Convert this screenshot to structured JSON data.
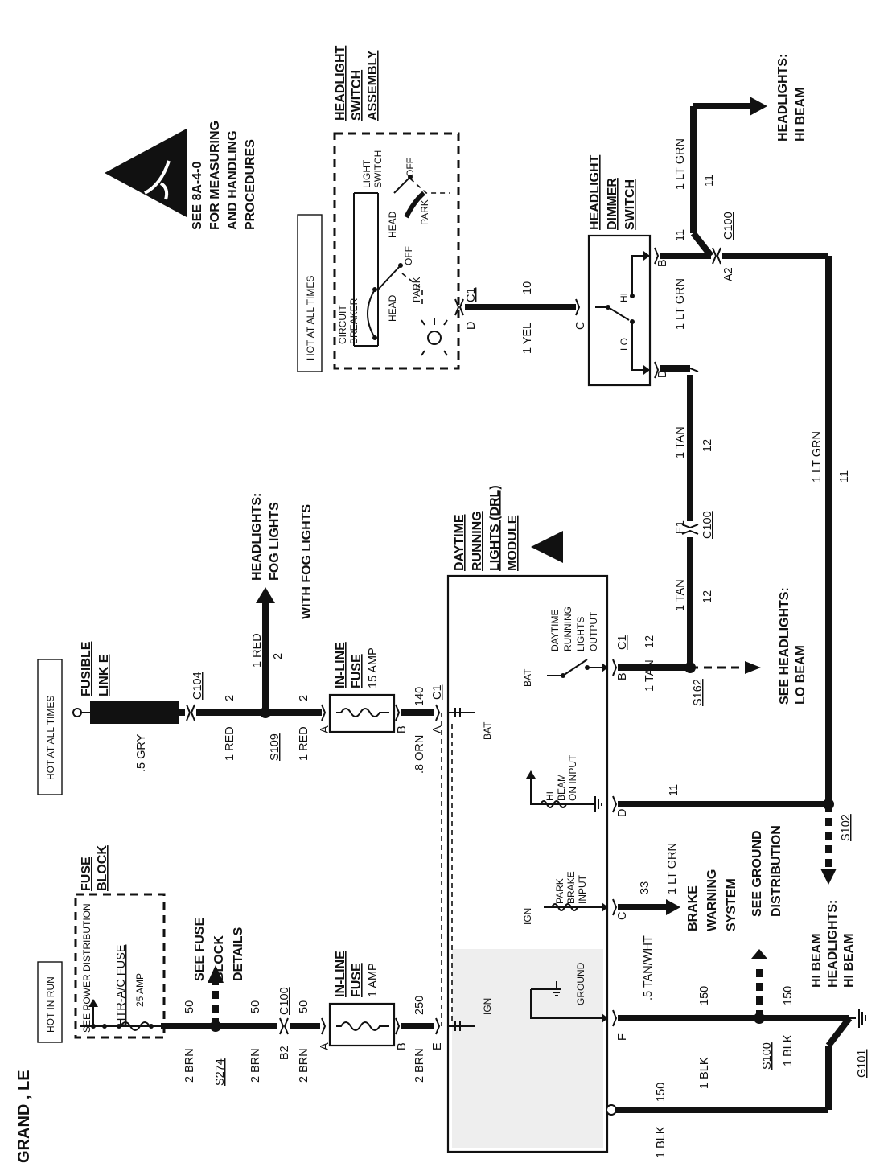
{
  "title": "GRAND , LE",
  "hot_labels": {
    "hot_in_run": "HOT IN RUN",
    "hot_at_all_times_1": "HOT AT ALL TIMES",
    "hot_at_all_times_2": "HOT AT ALL TIMES"
  },
  "fuse_block": {
    "name": "FUSE BLOCK",
    "see_power_distribution": "SEE POWER DISTRIBUTION",
    "fuse": "HTR-A/C FUSE",
    "rating": "25 AMP",
    "see_details": "SEE FUSE BLOCK DETAILS"
  },
  "fusible_link": "FUSIBLE LINK E",
  "inline_fuse_1": {
    "name": "IN-LINE FUSE",
    "rating": "1 AMP"
  },
  "inline_fuse_2": {
    "name": "IN-LINE FUSE",
    "rating": "15 AMP"
  },
  "esd": {
    "see": "SEE 8A-4-0",
    "for": "FOR MEASURING",
    "and": "AND HANDLING",
    "procedures": "PROCEDURES"
  },
  "headlight_switch": {
    "name": "HEADLIGHT SWITCH ASSEMBLY",
    "circuit_breaker": "CIRCUIT BREAKER",
    "light_switch": "LIGHT SWITCH",
    "head": "HEAD",
    "off": "OFF",
    "park": "PARK",
    "connector": "C1"
  },
  "dimmer": {
    "name": "HEADLIGHT DIMMER SWITCH",
    "lo": "LO",
    "hi": "HI"
  },
  "drl_module": {
    "name": "DAYTIME RUNNING LIGHTS (DRL) MODULE",
    "output": "DAYTIME RUNNING LIGHTS OUTPUT",
    "hi_beam_input": "HI BEAM ON INPUT",
    "park_brake_input": "PARK BRAKE INPUT",
    "ground": "GROUND",
    "bat": "BAT",
    "ign": "IGN"
  },
  "wires": {
    "w_2brn": "2 BRN",
    "w_50": "50",
    "w_250": "250",
    "w_5gry": ".5 GRY",
    "w_1red": "1 RED",
    "w_2": "2",
    "w_8orn": ".8 ORN",
    "w_140": "140",
    "w_1tan": "1 TAN",
    "w_12": "12",
    "w_1ltgrn": "1 LT GRN",
    "w_11": "11",
    "w_1yel": "1 YEL",
    "w_10": "10",
    "w_5tanwht": ".5 TAN/WHT",
    "w_33": "33",
    "w_1blk": "1 BLK",
    "w_150": "150"
  },
  "connectors": {
    "c100": "C100",
    "c104": "C104",
    "c1": "C1",
    "s274": "S274",
    "s109": "S109",
    "s162": "S162",
    "s102": "S102",
    "s100": "S100",
    "g101": "G101",
    "f1": "F1",
    "a2": "A2",
    "b2": "B2"
  },
  "pins": {
    "a": "A",
    "b": "B",
    "c": "C",
    "d": "D",
    "e": "E",
    "f": "F"
  },
  "destinations": {
    "fog": "HEADLIGHTS: FOG LIGHTS",
    "with_fog": "WITH FOG LIGHTS",
    "lo_beam": "SEE HEADLIGHTS: LO BEAM",
    "hi_beam_top": "HEADLIGHTS: HI BEAM",
    "hi_beam_bottom": "HI BEAM HEADLIGHTS: HI BEAM",
    "brake": "BRAKE WARNING SYSTEM",
    "ground_dist": "SEE GROUND DISTRIBUTION"
  }
}
